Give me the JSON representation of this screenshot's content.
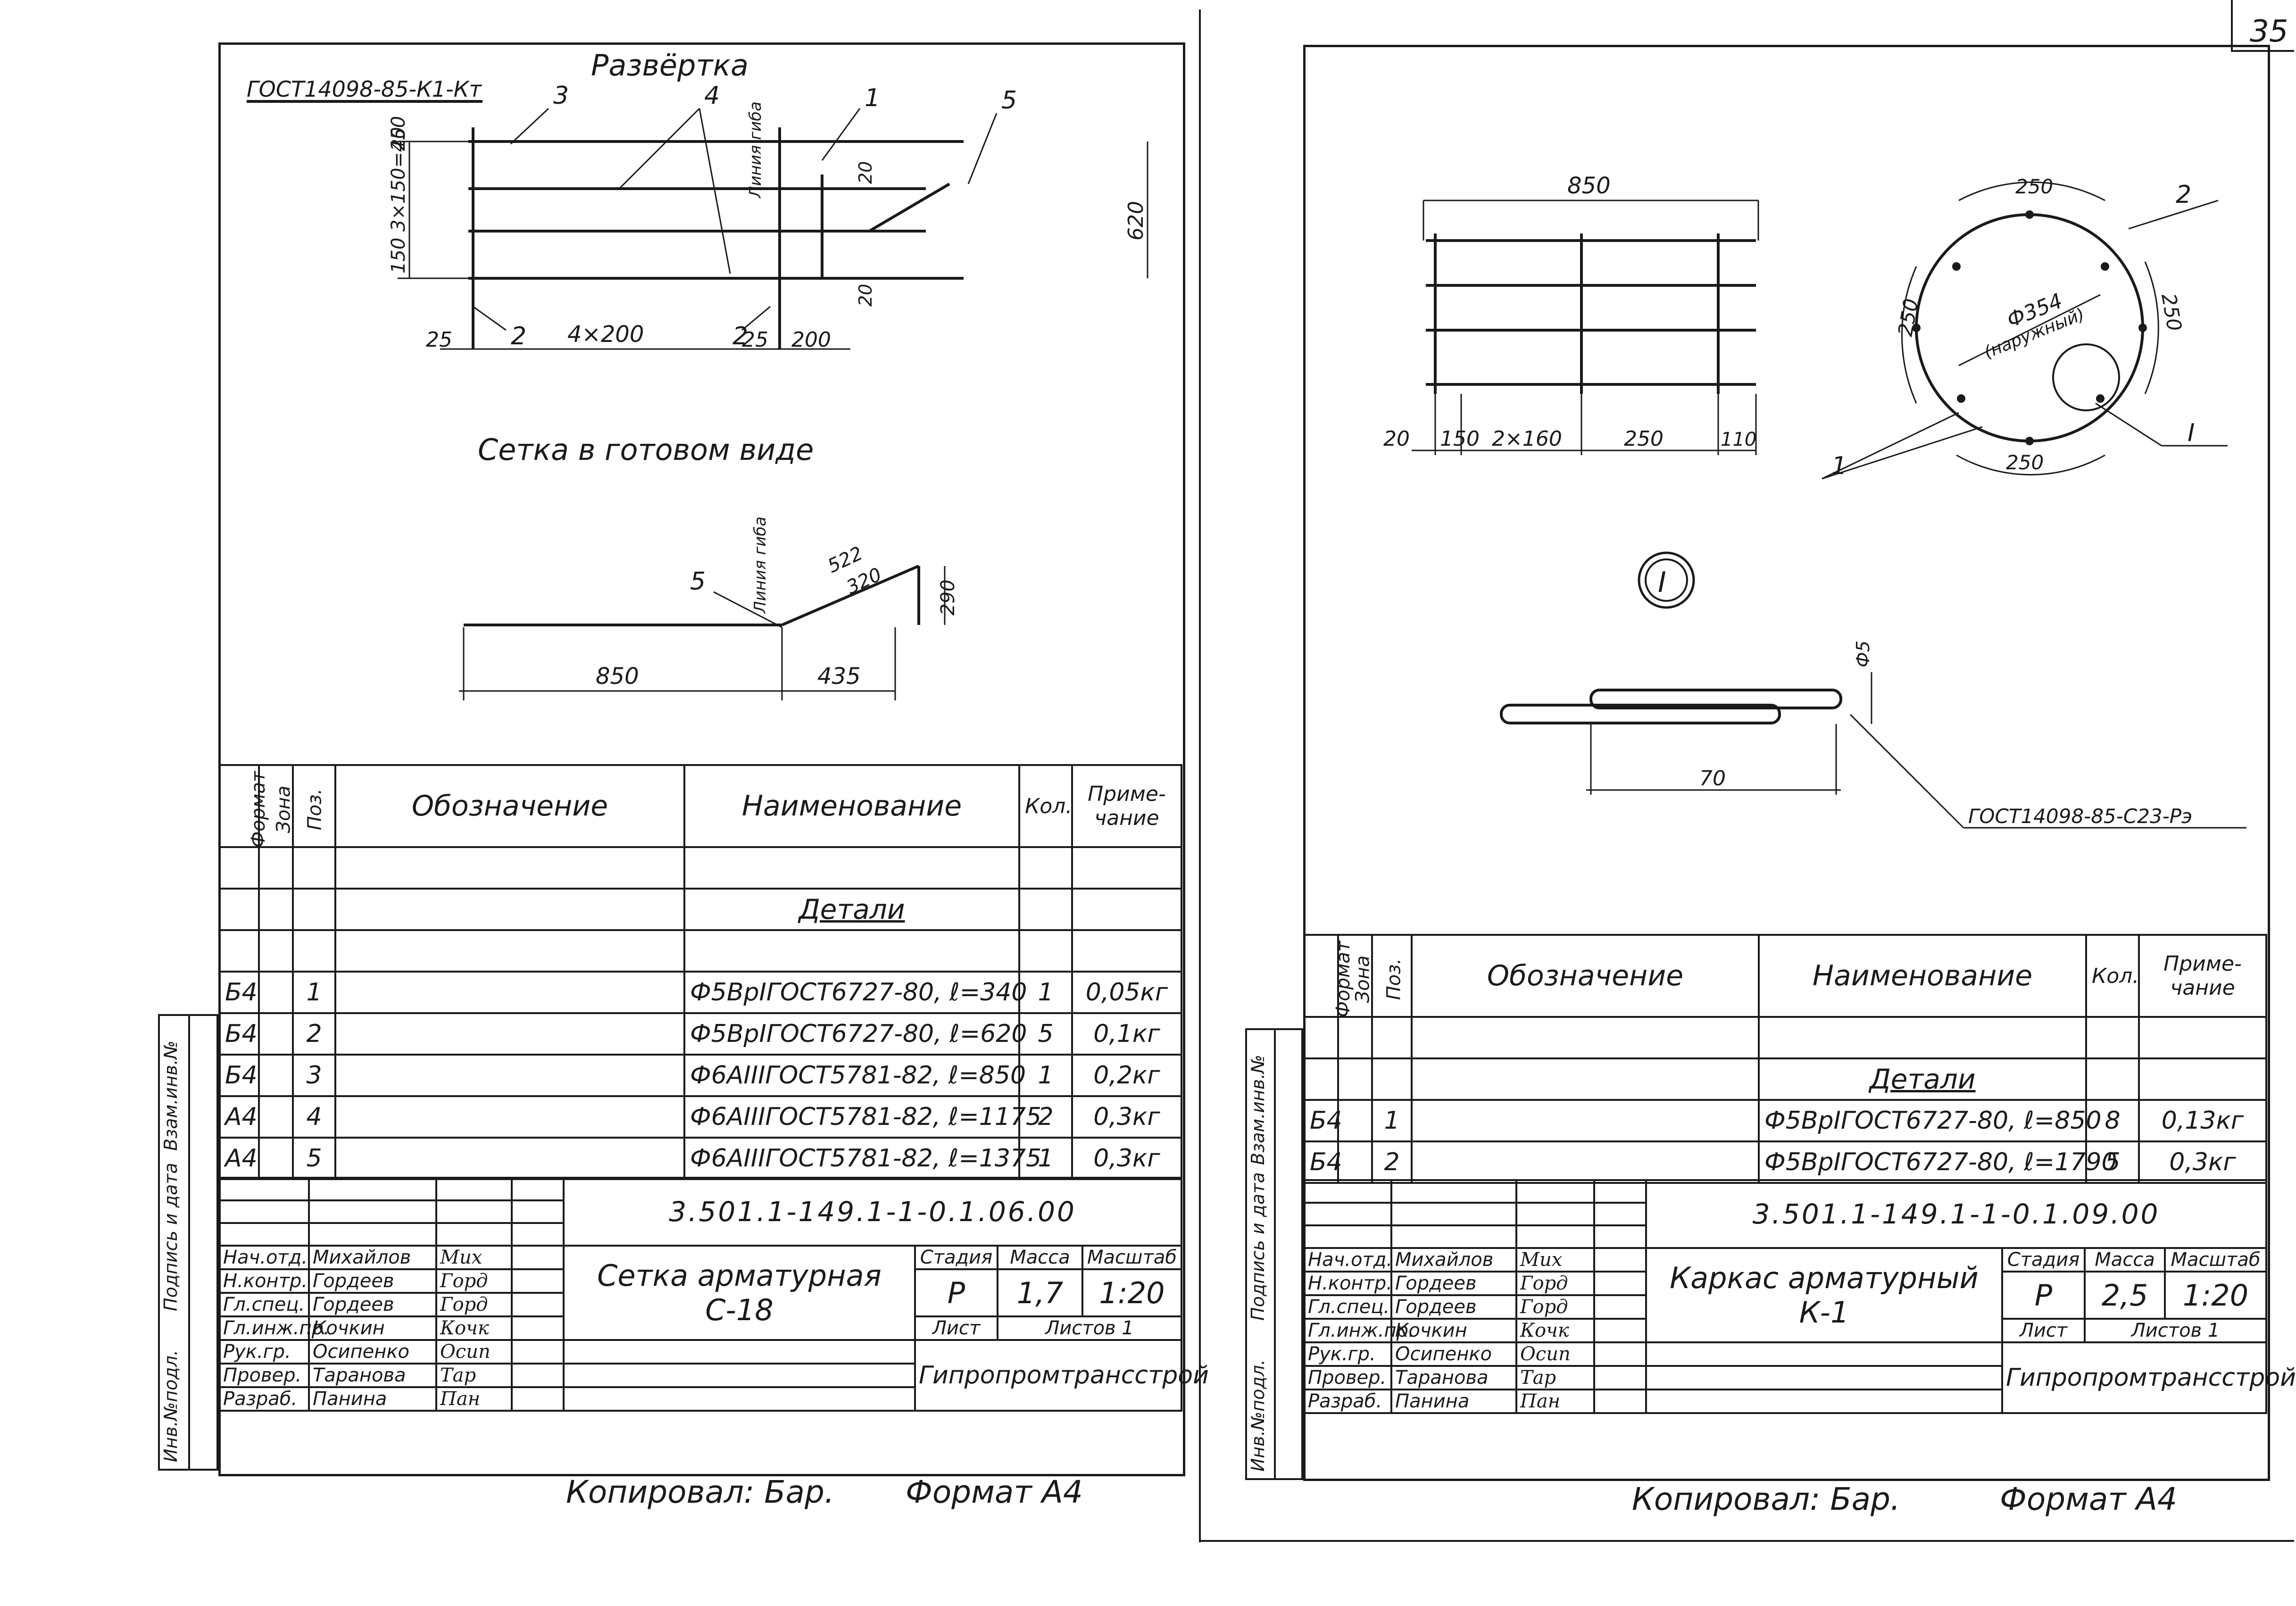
{
  "page_number": "35",
  "left_sheet": {
    "std_ref": "ГОСТ14098-85-К1-Кт",
    "unfolded_title": "Развёртка",
    "assembled_title": "Сетка в готовом виде",
    "bend_line": "Линия гиба",
    "unfolded_dims": {
      "d20a": "20",
      "d150": "150 3×150=450",
      "d25a": "25",
      "d4x200": "4×200",
      "d25b": "25",
      "d200": "200",
      "d20b": "20",
      "d20c": "20",
      "d620": "620"
    },
    "unfolded_callouts": [
      "3",
      "4",
      "1",
      "5",
      "2",
      "2"
    ],
    "assembled_dims": {
      "d850": "850",
      "d435": "435",
      "d522": "522",
      "d320": "320",
      "d290": "290"
    },
    "assembled_callout": "5",
    "spec_headers": {
      "format": "Формат",
      "zone": "Зона",
      "pos": "Поз.",
      "designation": "Обозначение",
      "name": "Наименование",
      "qty": "Кол.",
      "note": "Приме- чание"
    },
    "section": "Детали",
    "rows": [
      {
        "format": "Б4",
        "pos": "1",
        "name": "Ф5ВрIГОСТ6727-80, ℓ=340",
        "qty": "1",
        "note": "0,05кг"
      },
      {
        "format": "Б4",
        "pos": "2",
        "name": "Ф5ВрIГОСТ6727-80, ℓ=620",
        "qty": "5",
        "note": "0,1кг"
      },
      {
        "format": "Б4",
        "pos": "3",
        "name": "Ф6АIIIГОСТ5781-82, ℓ=850",
        "qty": "1",
        "note": "0,2кг"
      },
      {
        "format": "А4",
        "pos": "4",
        "name": "Ф6АIIIГОСТ5781-82, ℓ=1175",
        "qty": "2",
        "note": "0,3кг"
      },
      {
        "format": "А4",
        "pos": "5",
        "name": "Ф6АIIIГОСТ5781-82, ℓ=1375",
        "qty": "1",
        "note": "0,3кг"
      }
    ],
    "title_block": {
      "doc_code": "3.501.1-149.1-1-0.1.06.00",
      "title_line1": "Сетка арматурная",
      "title_line2": "С-18",
      "stage_label": "Стадия",
      "mass_label": "Масса",
      "scale_label": "Масштаб",
      "stage": "Р",
      "mass": "1,7",
      "scale": "1:20",
      "sheet_label": "Лист",
      "sheets_label": "Листов 1",
      "org": "Гипропромтрансстрой",
      "staff": [
        {
          "role": "Нач.отд.",
          "name": "Михайлов"
        },
        {
          "role": "Н.контр.",
          "name": "Гордеев"
        },
        {
          "role": "Гл.спец.",
          "name": "Гордеев"
        },
        {
          "role": "Гл.инж.пр.",
          "name": "Кочкин"
        },
        {
          "role": "Рук.гр.",
          "name": "Осипенко"
        },
        {
          "role": "Провер.",
          "name": "Таранова"
        },
        {
          "role": "Разраб.",
          "name": "Панина"
        }
      ],
      "signatures": [
        "Мих",
        "Горд",
        "Горд",
        "Кочк",
        "Осип",
        "Тар",
        "Пан"
      ]
    },
    "copied_by": "Копировал: Бар.",
    "format": "Формат А4"
  },
  "right_sheet": {
    "frame_dims": {
      "d850": "850",
      "d20": "20",
      "d150": "150",
      "d2x160": "2×160",
      "d250": "250",
      "d110": "110"
    },
    "circle_dims": {
      "d250top": "250",
      "d250left": "250",
      "d250right": "250",
      "d250bottom": "250",
      "diam_line1": "Ф354",
      "diam_line2": "(наружный)"
    },
    "circle_callouts": {
      "c2": "2",
      "c1": "1",
      "cI": "I"
    },
    "detail_mark": "I",
    "detail_dims": {
      "dia": "Ф5",
      "d70": "70"
    },
    "weld_ref": "ГОСТ14098-85-С23-Рэ",
    "spec_headers": {
      "format": "Формат",
      "zone": "Зона",
      "pos": "Поз.",
      "designation": "Обозначение",
      "name": "Наименование",
      "qty": "Кол.",
      "note": "Приме- чание"
    },
    "section": "Детали",
    "rows": [
      {
        "format": "Б4",
        "pos": "1",
        "name": "Ф5ВрIГОСТ6727-80, ℓ=850",
        "qty": "8",
        "note": "0,13кг"
      },
      {
        "format": "Б4",
        "pos": "2",
        "name": "Ф5ВрIГОСТ6727-80, ℓ=1790",
        "qty": "5",
        "note": "0,3кг"
      }
    ],
    "title_block": {
      "doc_code": "3.501.1-149.1-1-0.1.09.00",
      "title_line1": "Каркас арматурный",
      "title_line2": "К-1",
      "stage_label": "Стадия",
      "mass_label": "Масса",
      "scale_label": "Масштаб",
      "stage": "Р",
      "mass": "2,5",
      "scale": "1:20",
      "sheet_label": "Лист",
      "sheets_label": "Листов 1",
      "org": "Гипропромтрансстрой",
      "staff": [
        {
          "role": "Нач.отд.",
          "name": "Михайлов"
        },
        {
          "role": "Н.контр.",
          "name": "Гордеев"
        },
        {
          "role": "Гл.спец.",
          "name": "Гордеев"
        },
        {
          "role": "Гл.инж.пр.",
          "name": "Кочкин"
        },
        {
          "role": "Рук.гр.",
          "name": "Осипенко"
        },
        {
          "role": "Провер.",
          "name": "Таранова"
        },
        {
          "role": "Разраб.",
          "name": "Панина"
        }
      ],
      "signatures": [
        "Мих",
        "Горд",
        "Горд",
        "Кочк",
        "Осип",
        "Тар",
        "Пан"
      ]
    },
    "copied_by": "Копировал: Бар.",
    "format": "Формат А4"
  },
  "side_strip": {
    "inv_podl": "Инв.№подл.",
    "podp_data": "Подпись и дата",
    "vzam_inv": "Взам.инв.№"
  }
}
